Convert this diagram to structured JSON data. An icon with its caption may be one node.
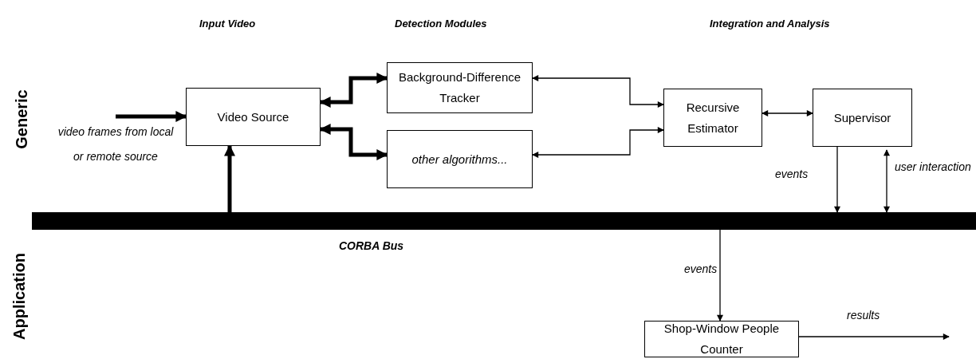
{
  "diagram": {
    "nodes": [
      {
        "text": [
          "Video Source"
        ]
      },
      {
        "text": [
          "Background-Difference Tracker"
        ]
      },
      {
        "text": [
          "other algorithms..."
        ]
      },
      {
        "text": [
          "Recursive Estimator"
        ]
      },
      {
        "text": [
          "Supervisor"
        ]
      },
      {
        "text": [
          "CORBA Bus"
        ]
      },
      {
        "text": [
          "Shop-Window People Counter"
        ]
      }
    ],
    "edges": [
      {
        "from": null,
        "to": 0,
        "arrow": "to",
        "style": "thick",
        "label": "video frames from local or remote source"
      },
      {
        "from": 5,
        "to": 0,
        "arrow": "to",
        "style": "thick"
      },
      {
        "from": 0,
        "to": 1,
        "arrow": "both",
        "style": "thick"
      },
      {
        "from": 0,
        "to": 2,
        "arrow": "both",
        "style": "thick"
      },
      {
        "from": 1,
        "to": 3,
        "arrow": "both"
      },
      {
        "from": 2,
        "to": 3,
        "arrow": "both"
      },
      {
        "from": 3,
        "to": 4,
        "arrow": "both"
      },
      {
        "from": 4,
        "to": 5,
        "arrow": "to",
        "label": "events"
      },
      {
        "from": 4,
        "to": 5,
        "arrow": "both",
        "label": "user interaction"
      },
      {
        "from": 5,
        "to": 6,
        "arrow": "to",
        "label": "events"
      },
      {
        "from": 6,
        "to": null,
        "arrow": "to",
        "label": "results"
      }
    ],
    "labels": [
      "Input Video",
      "Detection Modules",
      "Integration and Analysis",
      "Generic",
      "Application"
    ]
  }
}
